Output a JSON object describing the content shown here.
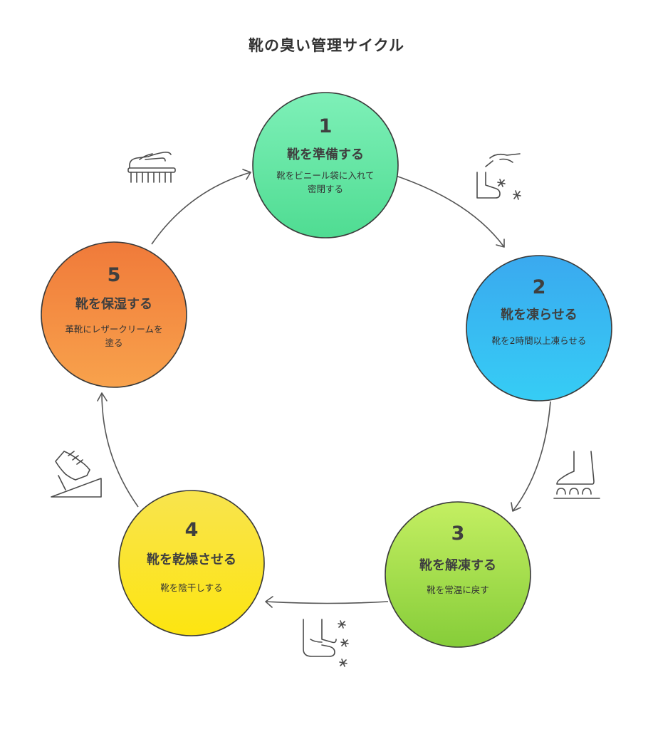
{
  "title": "靴の臭い管理サイクル",
  "steps": [
    {
      "number": "1",
      "title": "靴を準備する",
      "desc": [
        "靴をビニール袋に入れて",
        "密閉する"
      ],
      "color": "#5ee8a6",
      "icon": "hand-on-shoe-icon"
    },
    {
      "number": "2",
      "title": "靴を凍らせる",
      "desc": [
        "靴を2時間以上凍らせる"
      ],
      "color": "#35b8ef",
      "icon": "freezing-foot-icon"
    },
    {
      "number": "3",
      "title": "靴を解凍する",
      "desc": [
        "靴を常温に戻す"
      ],
      "color": "#9bd94a",
      "icon": "thawing-foot-icon"
    },
    {
      "number": "4",
      "title": "靴を乾燥させる",
      "desc": [
        "靴を陰干しする"
      ],
      "color": "#fbe22a",
      "icon": "drying-foot-icon"
    },
    {
      "number": "5",
      "title": "靴を保湿する",
      "desc": [
        "革靴にレザークリームを",
        "塗る"
      ],
      "color": "#f49441",
      "icon": "shoe-on-ramp-icon"
    }
  ],
  "extra_icon": "brush-hand-icon"
}
